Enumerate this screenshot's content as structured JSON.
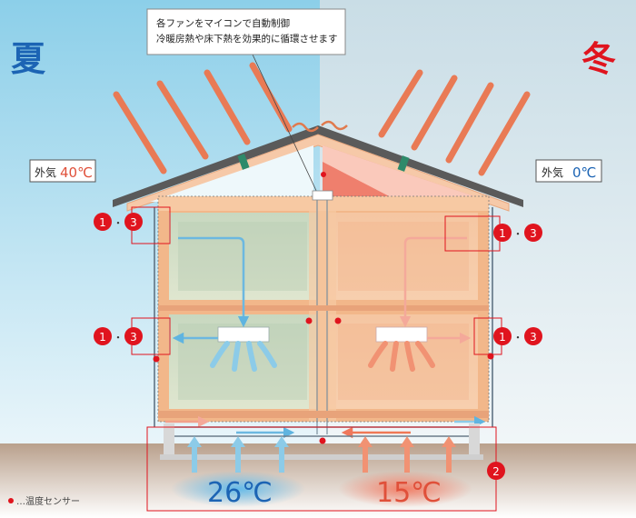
{
  "season_labels": {
    "summer": "夏",
    "winter": "冬"
  },
  "callout": {
    "line1": "各ファンをマイコンで自動制御",
    "line2": "冷暖房熱や床下熱を効果的に循環させます"
  },
  "outside": {
    "summer": {
      "label": "外気",
      "temp": "40℃"
    },
    "winter": {
      "label": "外気",
      "temp": "0℃"
    }
  },
  "badges": {
    "n1": "1",
    "n2": "2",
    "n3": "3",
    "separator": "・"
  },
  "underfloor": {
    "summer_temp": "26℃",
    "winter_temp": "15℃"
  },
  "legend": {
    "dot_label": "…温度センサー"
  },
  "colors": {
    "summer_sky": "#8fd0ea",
    "winter_sky": "#d6e6ed",
    "sun_ray": "#e97a55",
    "badge_red": "#e0141e",
    "summer_blue": "#1c64b4",
    "winter_red": "#e0503a",
    "wood": "#f2b78a"
  }
}
